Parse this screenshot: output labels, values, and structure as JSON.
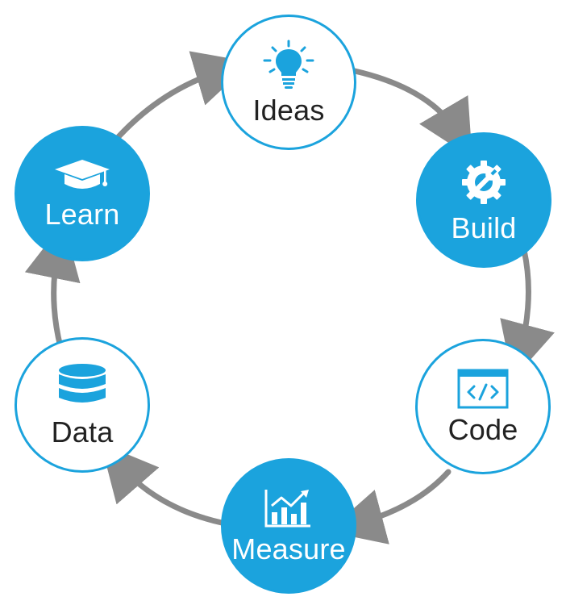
{
  "diagram": {
    "type": "cycle",
    "colors": {
      "accent": "#1ba3dd",
      "arrow": "#8a8a8a",
      "text_dark": "#222222",
      "text_light": "#ffffff"
    },
    "nodes": [
      {
        "id": "ideas",
        "label": "Ideas",
        "icon": "lightbulb-icon",
        "style": "outline"
      },
      {
        "id": "build",
        "label": "Build",
        "icon": "gear-wrench-icon",
        "style": "filled"
      },
      {
        "id": "code",
        "label": "Code",
        "icon": "code-window-icon",
        "style": "outline"
      },
      {
        "id": "measure",
        "label": "Measure",
        "icon": "bar-chart-trend-icon",
        "style": "filled"
      },
      {
        "id": "data",
        "label": "Data",
        "icon": "database-icon",
        "style": "outline"
      },
      {
        "id": "learn",
        "label": "Learn",
        "icon": "graduation-cap-icon",
        "style": "filled"
      }
    ],
    "edges": [
      {
        "from": "ideas",
        "to": "build"
      },
      {
        "from": "build",
        "to": "code"
      },
      {
        "from": "code",
        "to": "measure"
      },
      {
        "from": "measure",
        "to": "data"
      },
      {
        "from": "data",
        "to": "learn"
      },
      {
        "from": "learn",
        "to": "ideas"
      }
    ]
  }
}
